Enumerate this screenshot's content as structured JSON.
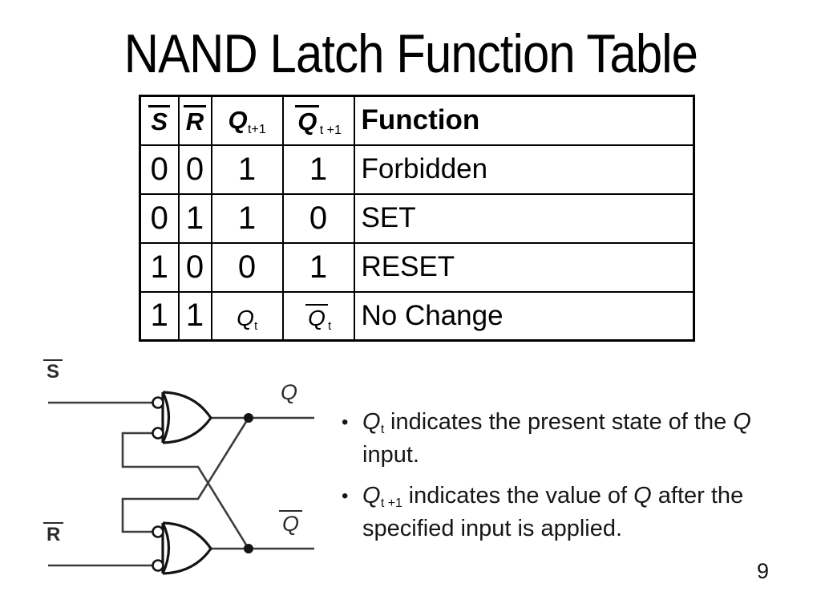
{
  "slide": {
    "title": "NAND Latch Function Table",
    "page_number": "9",
    "background_color": "#ffffff",
    "text_color": "#000000"
  },
  "table": {
    "border_color": "#000000",
    "header": {
      "s": {
        "base": "S",
        "overline": true
      },
      "r": {
        "base": "R",
        "overline": true
      },
      "q_next": {
        "base": "Q",
        "sub": "t+1",
        "overline": false
      },
      "qbar_next": {
        "base": "Q",
        "sub": "t +1",
        "overline": true
      },
      "function_label": "Function"
    },
    "rows": [
      {
        "s": "0",
        "r": "0",
        "q": "1",
        "qbar": "1",
        "func": "Forbidden"
      },
      {
        "s": "0",
        "r": "1",
        "q": "1",
        "qbar": "0",
        "func": "SET"
      },
      {
        "s": "1",
        "r": "0",
        "q": "0",
        "qbar": "1",
        "func": "RESET"
      },
      {
        "s": "1",
        "r": "1",
        "q_base": "Q",
        "q_sub": "t",
        "q_overline": false,
        "qbar_base": "Q",
        "qbar_sub": "t",
        "qbar_overline": true,
        "func": "No Change"
      }
    ]
  },
  "circuit": {
    "type": "cross-coupled NAND latch (negative-OR symbols with input bubbles)",
    "line_color": "#3c3c3c",
    "gate_color": "#141414",
    "labels": {
      "s_input": "S",
      "r_input": "R",
      "q_output": "Q",
      "qbar_output": "Q"
    },
    "s_overline": true,
    "r_overline": true,
    "qbar_overline": true
  },
  "notes": {
    "bullet_glyph": "•",
    "items": [
      {
        "sym_base": "Q",
        "sym_sub": "t",
        "line1_rest": " indicates the present state of the ",
        "line1_end_italic": "Q",
        "line2": "input."
      },
      {
        "sym_base": "Q",
        "sym_sub": "t +1",
        "line1_rest": " indicates the value of ",
        "line1_mid_italic": "Q",
        "line1_tail": " after the",
        "line2": "specified input is applied."
      }
    ]
  }
}
